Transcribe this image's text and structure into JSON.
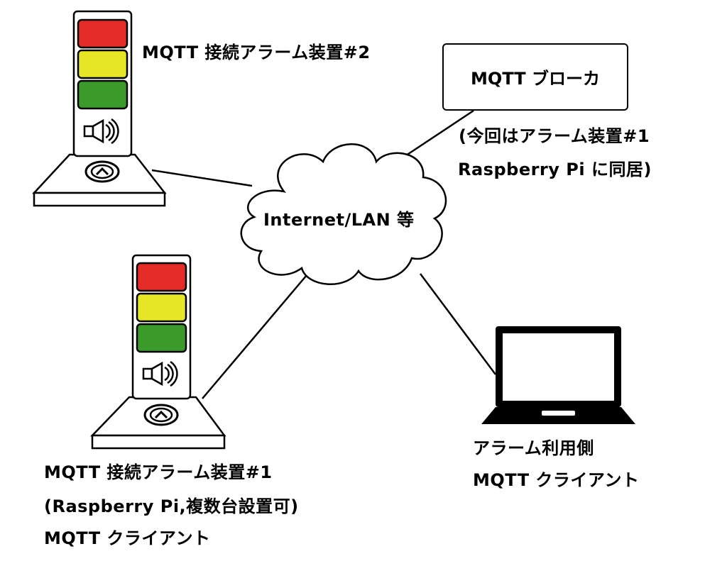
{
  "colors": {
    "light_red": "#e52b26",
    "light_yellow": "#e6e626",
    "light_green": "#3a9a2a",
    "stroke": "#000000"
  },
  "icons": {
    "speaker": "speaker-icon",
    "button": "chevron-up-icon",
    "laptop": "laptop-icon",
    "cloud": "cloud-shape"
  },
  "device2": {
    "title": "MQTT 接続アラーム装置#2"
  },
  "broker": {
    "title": "MQTT ブローカ",
    "note_line1": "(今回はアラーム装置#1",
    "note_line2": "Raspberry Pi に同居)"
  },
  "network": {
    "label": "Internet/LAN 等"
  },
  "device1": {
    "title": "MQTT 接続アラーム装置#1",
    "subtitle": "(Raspberry Pi,複数台設置可)",
    "role": "MQTT クライアント"
  },
  "client": {
    "title": "アラーム利用側",
    "role": "MQTT クライアント"
  }
}
